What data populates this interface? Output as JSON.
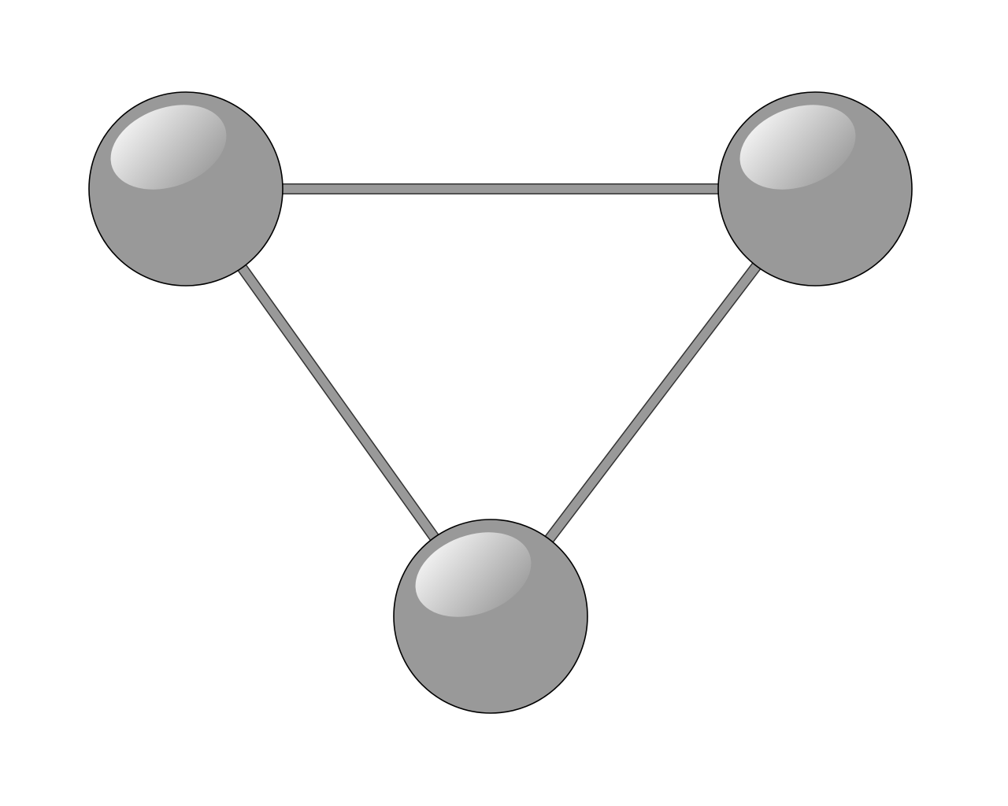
{
  "colors": {
    "background": "#ffffff",
    "node_fill": "#999999",
    "node_stroke": "#000000",
    "edge_fill": "#999999",
    "edge_stroke": "#333333",
    "highlight_top": "#ffffff",
    "highlight_bottom": "#999999"
  },
  "graph": {
    "shape": "triangle",
    "node_style": "glossy-sphere",
    "nodes": [
      {
        "id": "top-left"
      },
      {
        "id": "top-right"
      },
      {
        "id": "bottom"
      }
    ],
    "edges": [
      {
        "from": "top-left",
        "to": "top-right"
      },
      {
        "from": "top-left",
        "to": "bottom"
      },
      {
        "from": "top-right",
        "to": "bottom"
      }
    ]
  }
}
